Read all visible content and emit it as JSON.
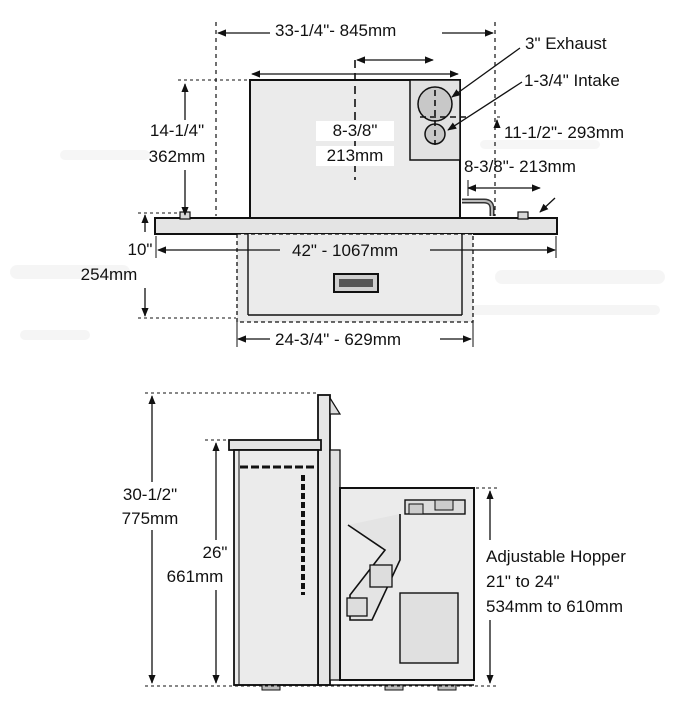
{
  "top_view": {
    "overall_width": "33-1/4\"- 845mm",
    "exhaust": "3\" Exhaust",
    "intake": "1-3/4\" Intake",
    "height_in": "14-1/4\"",
    "height_mm": "362mm",
    "center_in": "8-3/8\"",
    "center_mm": "213mm",
    "intake_offset": "11-1/2\"- 293mm",
    "exhaust_offset": "8-3/8\"- 213mm",
    "depth_in": "10\"",
    "depth_mm": "254mm",
    "top_width": "42\" - 1067mm",
    "bottom_width": "24-3/4\" - 629mm"
  },
  "side_view": {
    "total_height_in": "30-1/2\"",
    "total_height_mm": "775mm",
    "body_height_in": "26\"",
    "body_height_mm": "661mm",
    "hopper_title": "Adjustable Hopper",
    "hopper_range_in": "21\" to 24\"",
    "hopper_range_mm": "534mm to 610mm"
  }
}
